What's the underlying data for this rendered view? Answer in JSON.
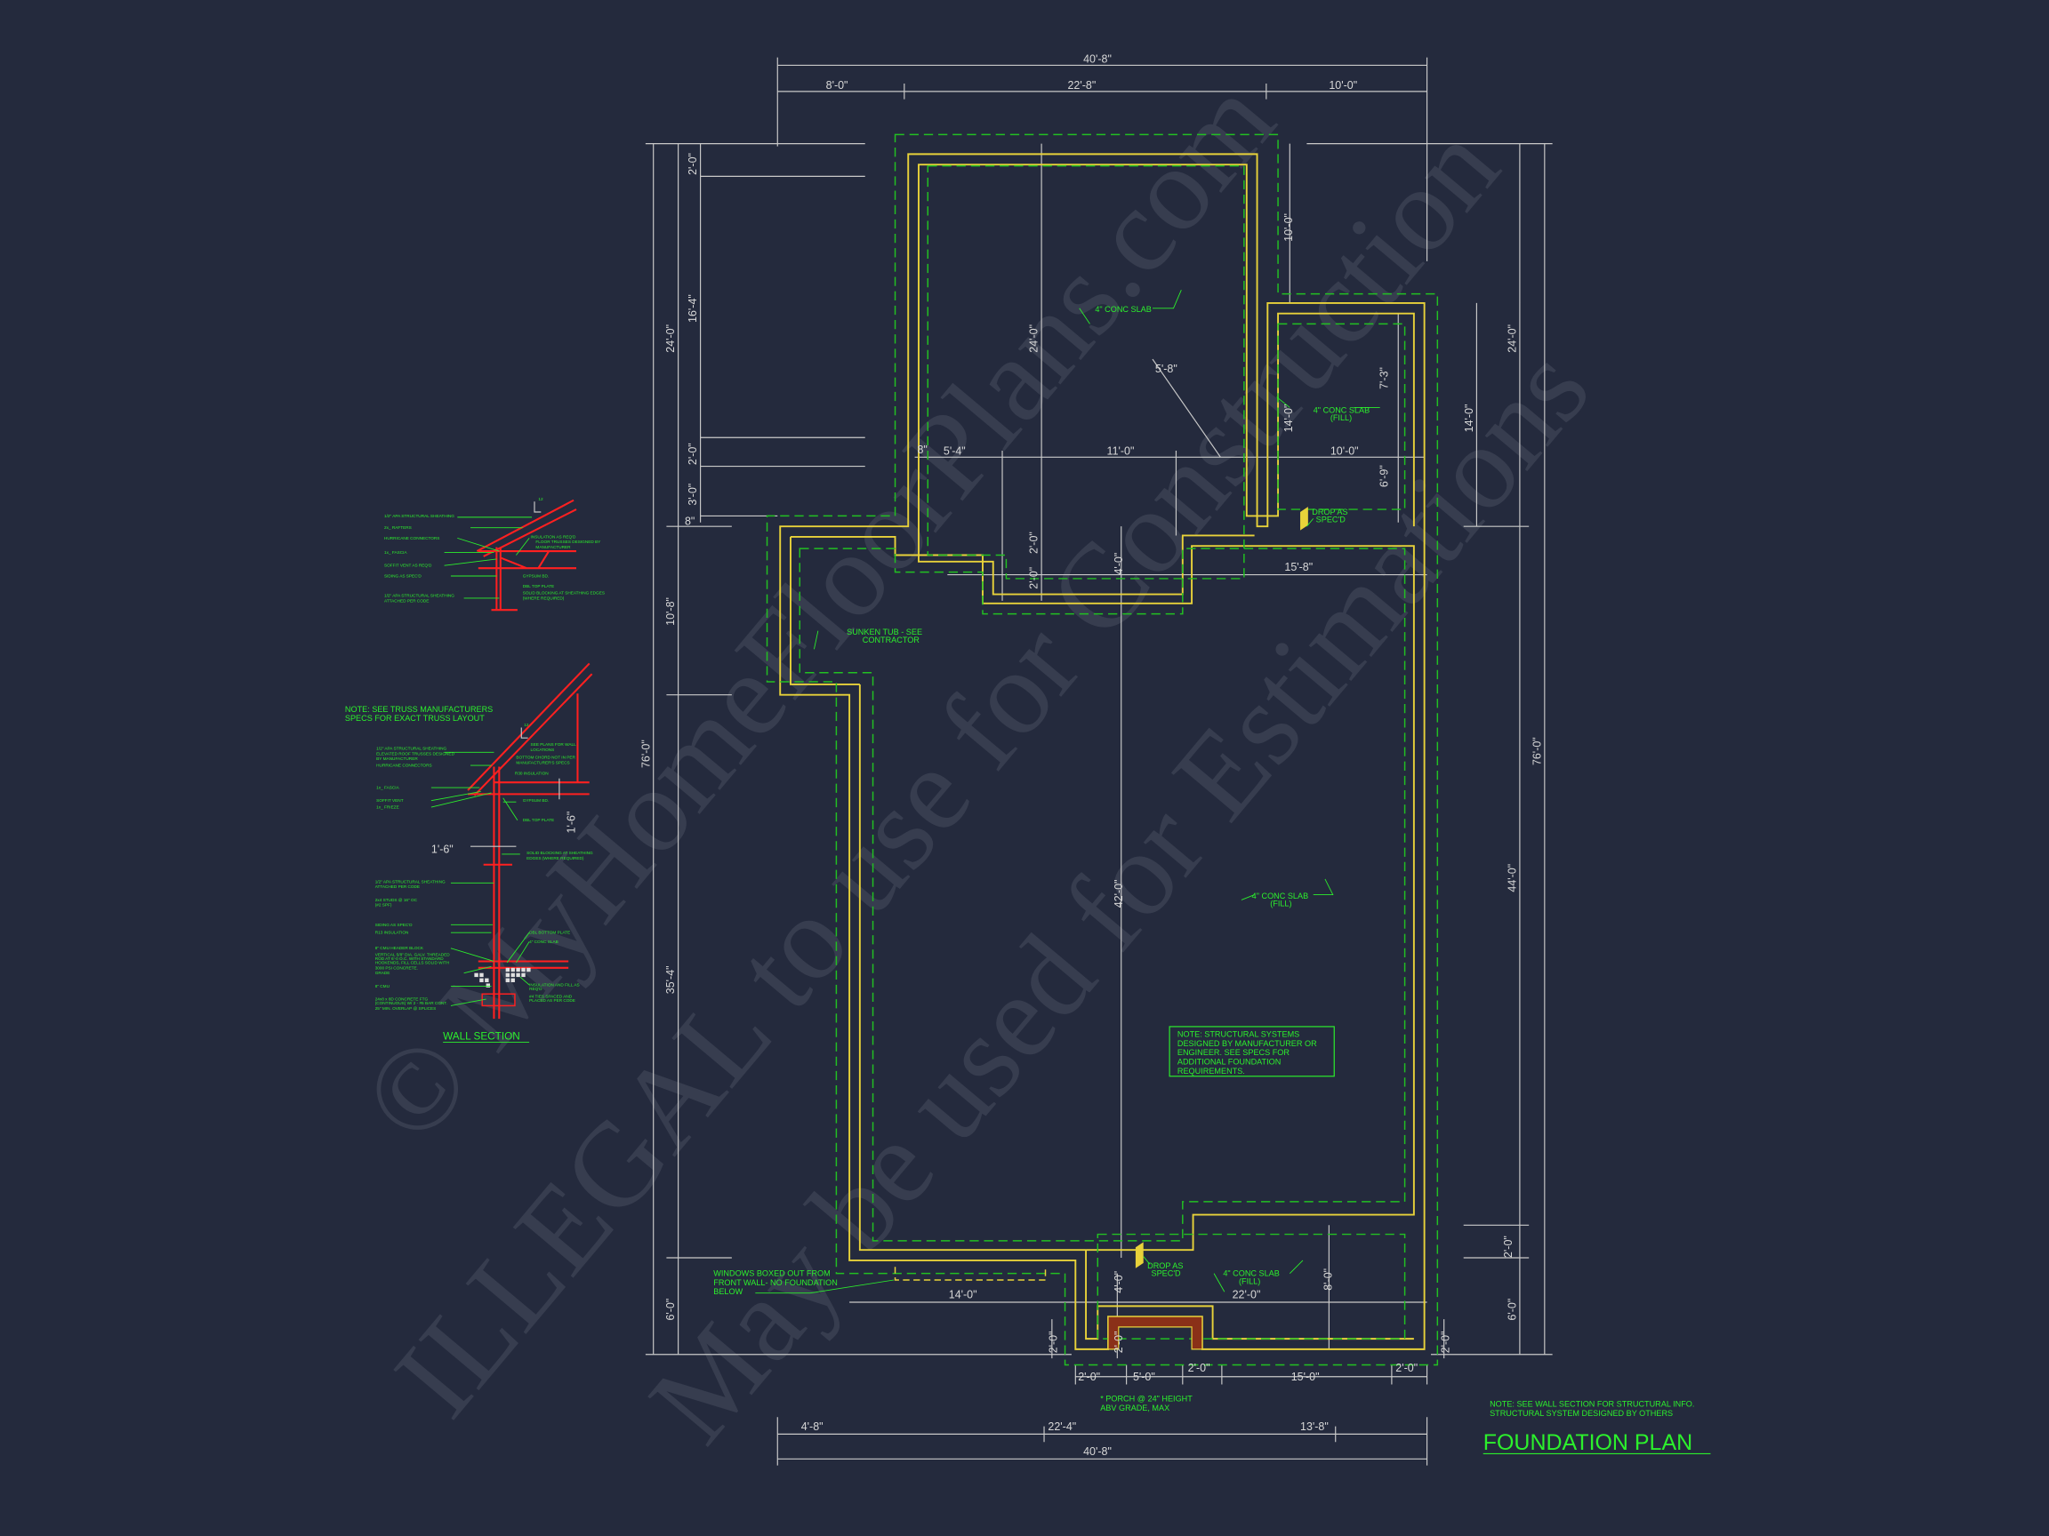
{
  "drawing": {
    "title": "FOUNDATION PLAN",
    "background": "#242a3d",
    "colors": {
      "walls": "#e8d23a",
      "annotations": "#2cf02c",
      "section": "#ff2020",
      "dimensions": "#d8d8d8"
    },
    "watermark": [
      "© MyHomeFloorPlans.com",
      "ILLEGAL to use for Construction",
      "May be used for Estimations"
    ],
    "notes": {
      "general": [
        "NOTE: SEE WALL SECTION FOR STRUCTURAL INFO.",
        "STRUCTURAL SYSTEM DESIGNED BY OTHERS"
      ],
      "structural_box": [
        "NOTE: STRUCTURAL SYSTEMS",
        "DESIGNED BY MANUFACTURER OR",
        "ENGINEER. SEE SPECS FOR",
        "ADDITIONAL FOUNDATION",
        "REQUIREMENTS."
      ],
      "windows": [
        "WINDOWS BOXED OUT FROM",
        "FRONT WALL- NO FOUNDATION",
        "BELOW"
      ],
      "porch": [
        "* PORCH @ 24\" HEIGHT",
        "ABV GRADE, MAX"
      ],
      "sunken_tub": [
        "SUNKEN TUB - SEE",
        "CONTRACTOR"
      ],
      "slab": "4\" CONC SLAB",
      "fill": "(FILL)",
      "drop": [
        "DROP AS",
        "SPEC'D"
      ]
    },
    "dims": {
      "overall": "40'-8\"",
      "top": [
        "8'-0\"",
        "22'-8\"",
        "10'-0\""
      ],
      "bottom": [
        "4'-8\"",
        "22'-4\"",
        "13'-8\""
      ],
      "left_total": "76'-0\"",
      "left": [
        "24'-0\"",
        "10'-8\"",
        "35'-4\"",
        "6'-0\""
      ],
      "left_inner": [
        "2'-0\"",
        "16'-4\"",
        "2'-0\"",
        "3'-0\"",
        "8\""
      ],
      "right_total": "76'-0\"",
      "right": [
        "24'-0\"",
        "44'-0\"",
        "6'-0\"",
        "14'-0\"",
        "2'-0\""
      ],
      "interior": [
        "5'-8\"",
        "5'-4\"",
        "11'-0\"",
        "10'-0\"",
        "8\"",
        "24'-0\"",
        "10'-0\"",
        "14'-0\"",
        "7'-3\"",
        "6'-9\"",
        "15'-8\"",
        "2'-0\"",
        "2'-0\"",
        "4'-0\"",
        "42'-0\"",
        "22'-0\"",
        "8'-0\"",
        "14'-0\"",
        "4'-0\"",
        "2'-0\"",
        "2'-0\"",
        "2'-0\""
      ],
      "porch": [
        "2'-0\"",
        "5'-0\"",
        "2'-0\"",
        "15'-0\"",
        "2'-0\""
      ]
    },
    "wall_section": {
      "title": "WALL SECTION",
      "truss_note": [
        "NOTE: SEE TRUSS MANUFACTURERS",
        "SPECS FOR  EXACT TRUSS LAYOUT"
      ],
      "top_left": [
        "1/2\" APA STRUCTURAL SHEATHING",
        "2x_ RAFTERS",
        "HURRICANE CONNECTORS",
        "1x_ FASCIA",
        "SOFFIT VENT AS REQ'D",
        "SIDING AS SPEC'D",
        "1/2\" APA STRUCTURAL SHEATHING",
        "ATTACHED PER CODE"
      ],
      "top_right": [
        "INSULATION AS REQ'D",
        "FLOOR TRUSSES DESIGNED BY",
        "MANUFACTURER",
        "GYPSUM BD.",
        "DBL TOP PLATE",
        "SOLID BLOCKING AT SHEATHING EDGES",
        "(WHERE REQUIRED)"
      ],
      "mid_left": [
        "1/2\" APA STRUCTURAL SHEATHING",
        "ELEVATED ROOF TRUSSES DESIGNED",
        "BY MANUFACTURER",
        "HURRICANE CONNECTORS",
        "1x_ FASCIA",
        "SOFFIT VENT",
        "1x_ FRIEZE"
      ],
      "mid_right": [
        "SEE PLANS FOR WALL",
        "LOCATIONS",
        "BOTTOM CHORD NOT IN PER",
        "MANUFACTURER'S SPECS",
        "R30 INSULATION",
        "GYPSUM BD.",
        "DBL TOP PLATE",
        "SOLID BLOCKING AT SHEATHING",
        "EDGES (WHERE REQUIRED)"
      ],
      "mid_dims": [
        "1'-6\"",
        "1'-6\""
      ],
      "pitch": [
        "12",
        "X"
      ],
      "low_left": [
        "1/2\" APA STRUCTURAL SHEATHING",
        "ATTACHED PER CODE",
        "2x4 STUDS @ 16\" OC",
        "(#2 SPF)",
        "SIDING AS SPEC'D",
        "R13 INSULATION",
        "8\" CMU HEADER BLOCK",
        "VERTICAL 5/8\" DIA. GALV. THREADED",
        "ROD AT 6'-0 O.C. WITH STANDARD",
        "HOOKENDS, FILL CELLS SOLID WITH",
        "3000 PSI CONCRETE.",
        "GRADE",
        "8\" CMU",
        "24x8 x 8D CONCRETE FTG",
        "(CONTINUOUS) W/ 2 - #5 BAR CONT.",
        "25\" MIN. OVERLAP @ SPLICES"
      ],
      "low_right": [
        "DBL BOTTOM PLATE",
        "4\" CONC SLAB",
        "INSULATION AND FILL AS",
        "REQ'D",
        "#4 TIES SPACED AND",
        "PLACED AS PER CODE"
      ]
    }
  }
}
